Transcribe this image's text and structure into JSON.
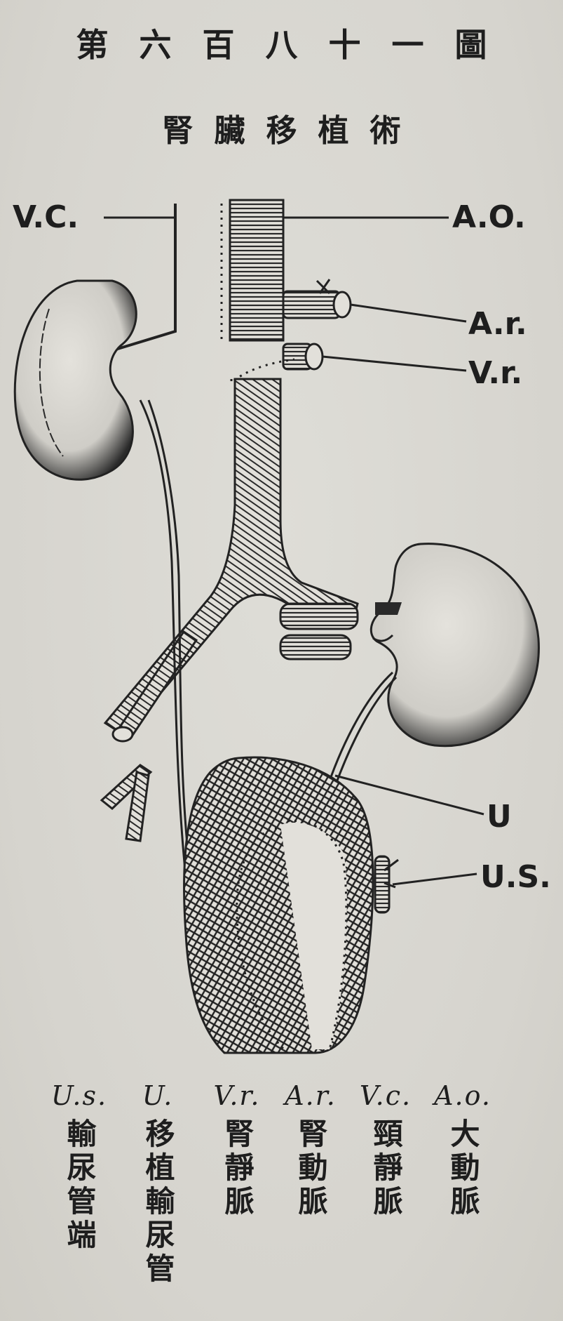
{
  "figure": {
    "title": "第六百八十一圖",
    "subtitle": "腎臟移植術"
  },
  "labels": {
    "vc": "V.C.",
    "ao": "A.O.",
    "ar": "A.r.",
    "vr": "V.r.",
    "u": "U",
    "us": "U.S."
  },
  "legend": [
    {
      "abbr": "A.o.",
      "name": "大動脈"
    },
    {
      "abbr": "V.c.",
      "name": "頸靜脈"
    },
    {
      "abbr": "A.r.",
      "name": "腎動脈"
    },
    {
      "abbr": "V.r.",
      "name": "腎靜脈"
    },
    {
      "abbr": "U.",
      "name": "移植輸尿管"
    },
    {
      "abbr": "U.s.",
      "name": "輸尿管端"
    }
  ]
}
